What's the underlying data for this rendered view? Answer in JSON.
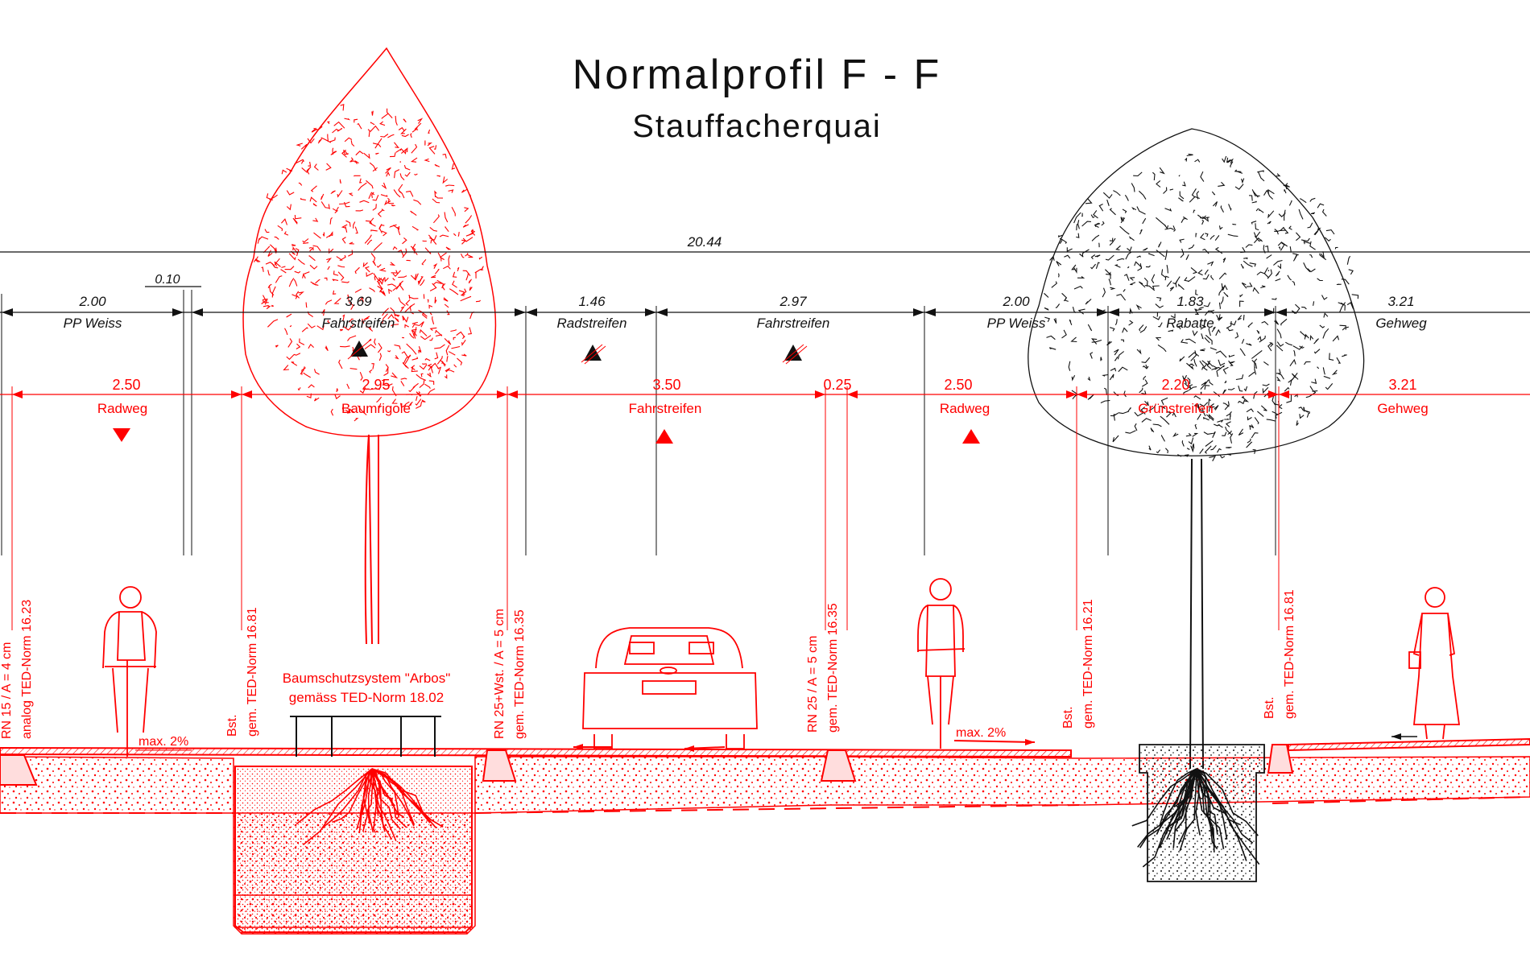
{
  "title": "Normalprofil F - F",
  "subtitle": "Stauffacherquai",
  "colors": {
    "existing": "#111111",
    "planned": "#ff0000",
    "background": "#ffffff"
  },
  "existing": {
    "total": "20.44",
    "small_offset": "0.10",
    "segments": [
      {
        "width": "2.00",
        "label": "PP Weiss"
      },
      {
        "width": "3.69",
        "label": "Fahrstreifen"
      },
      {
        "width": "1.46",
        "label": "Radstreifen"
      },
      {
        "width": "2.97",
        "label": "Fahrstreifen"
      },
      {
        "width": "2.00",
        "label": "PP Weiss"
      },
      {
        "width": "1.83",
        "label": "Rabatte"
      },
      {
        "width": "3.21",
        "label": "Gehweg"
      }
    ]
  },
  "planned": {
    "segments": [
      {
        "width": "2.50",
        "label": "Radweg"
      },
      {
        "width": "2.95",
        "label": "Baumrigole"
      },
      {
        "width": "3.50",
        "label": "Fahrstreifen"
      },
      {
        "width": "0.25",
        "label": ""
      },
      {
        "width": "2.50",
        "label": "Radweg"
      },
      {
        "width": "2.20",
        "label": "Grünstreifen"
      },
      {
        "width": "3.21",
        "label": "Gehweg"
      }
    ],
    "curb_notes": [
      {
        "line1": "RN 15 / A = 4 cm",
        "line2": "analog TED-Norm 16.23"
      },
      {
        "line1": "Bst.",
        "line2": "gem. TED-Norm 16.81"
      },
      {
        "line1": "RN 25+Wst. / A = 5 cm",
        "line2": "gem. TED-Norm 16.35"
      },
      {
        "line1": "RN 25 / A = 5 cm",
        "line2": "gem. TED-Norm 16.35"
      },
      {
        "line1": "Bst.",
        "line2": "gem. TED-Norm 16.21"
      },
      {
        "line1": "Bst.",
        "line2": "gem. TED-Norm 16.81"
      }
    ],
    "tree_protection": {
      "line1": "Baumschutzsystem \"Arbos\"",
      "line2": "gemäss TED-Norm 18.02"
    },
    "slopes": [
      "max. 2%",
      "max. 2%"
    ]
  }
}
